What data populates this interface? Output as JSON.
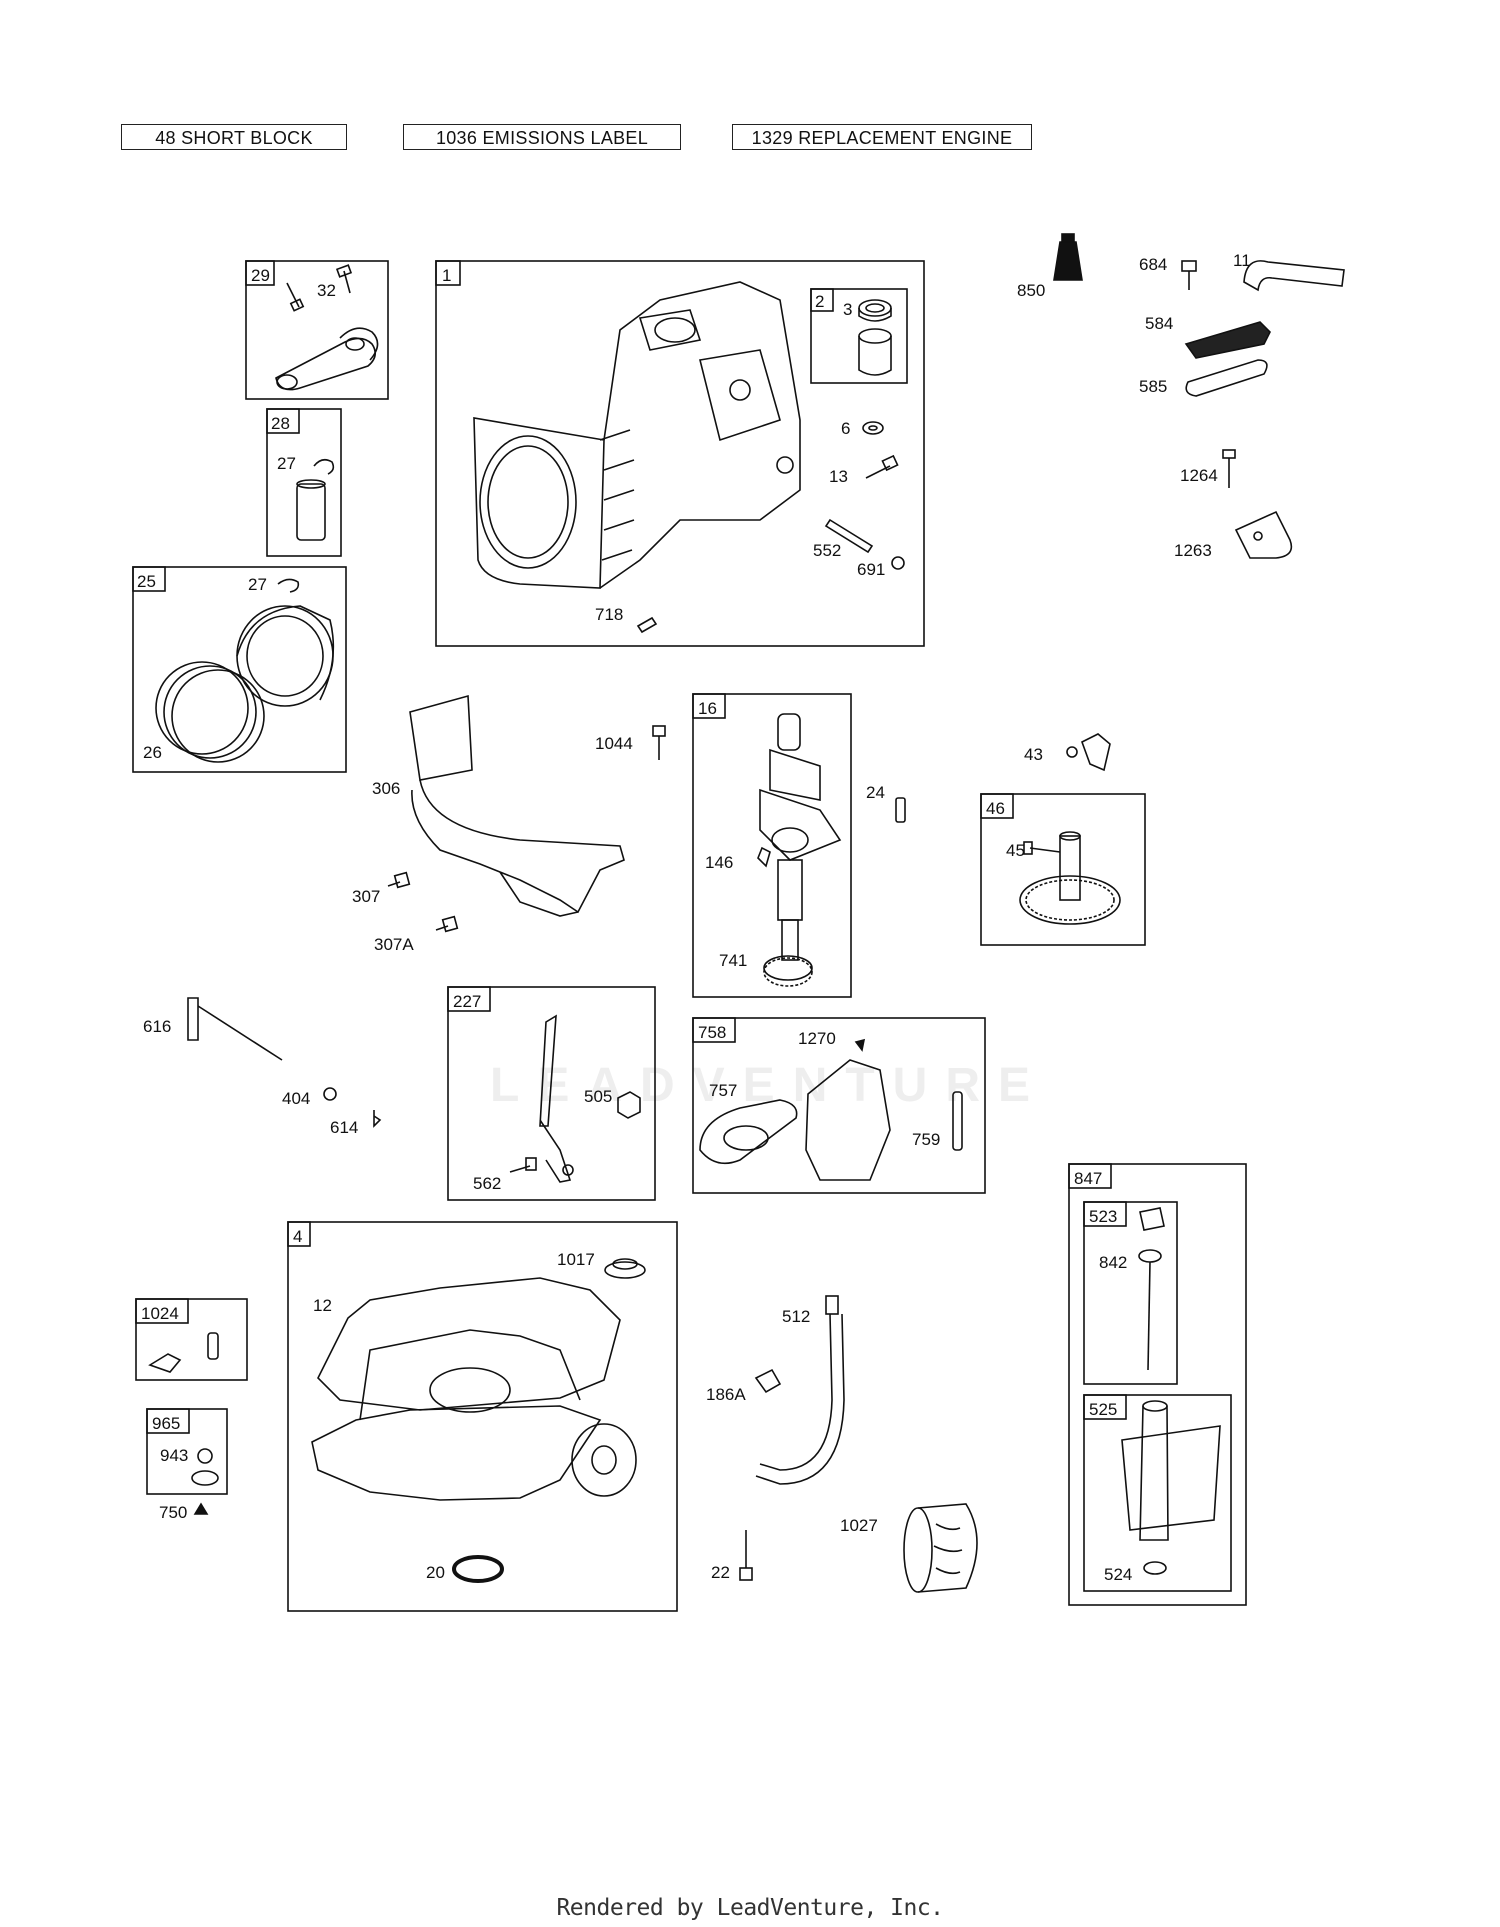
{
  "header_boxes": [
    {
      "label": "48 SHORT BLOCK"
    },
    {
      "label": "1036 EMISSIONS LABEL"
    },
    {
      "label": "1329 REPLACEMENT ENGINE"
    }
  ],
  "kit_boxes": [
    {
      "id": "29"
    },
    {
      "id": "1"
    },
    {
      "id": "2"
    },
    {
      "id": "28"
    },
    {
      "id": "25"
    },
    {
      "id": "16"
    },
    {
      "id": "46"
    },
    {
      "id": "227"
    },
    {
      "id": "758"
    },
    {
      "id": "4"
    },
    {
      "id": "1024"
    },
    {
      "id": "965"
    },
    {
      "id": "847"
    },
    {
      "id": "523"
    },
    {
      "id": "525"
    }
  ],
  "part_callouts": [
    "32",
    "3",
    "6",
    "13",
    "552",
    "691",
    "718",
    "27",
    "27",
    "26",
    "850",
    "684",
    "11",
    "584",
    "585",
    "1264",
    "1263",
    "306",
    "307",
    "307A",
    "1044",
    "24",
    "146",
    "741",
    "43",
    "45",
    "616",
    "404",
    "614",
    "505",
    "562",
    "1270",
    "757",
    "759",
    "1017",
    "12",
    "20",
    "512",
    "186A",
    "22",
    "1027",
    "842",
    "524",
    "943",
    "750"
  ],
  "watermark": "LEADVENTURE",
  "footer": "Rendered by LeadVenture, Inc."
}
